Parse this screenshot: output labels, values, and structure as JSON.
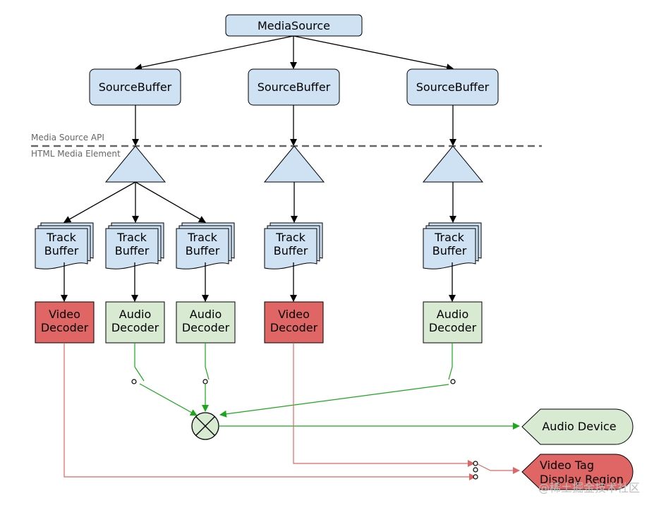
{
  "media_source": {
    "label": "MediaSource"
  },
  "source_buffers": [
    {
      "label": "SourceBuffer"
    },
    {
      "label": "SourceBuffer"
    },
    {
      "label": "SourceBuffer"
    }
  ],
  "api_layer": {
    "upper_label": "Media Source API",
    "lower_label": "HTML Media Element"
  },
  "track_buffers": [
    {
      "line1": "Track",
      "line2": "Buffer"
    },
    {
      "line1": "Track",
      "line2": "Buffer"
    },
    {
      "line1": "Track",
      "line2": "Buffer"
    },
    {
      "line1": "Track",
      "line2": "Buffer"
    },
    {
      "line1": "Track",
      "line2": "Buffer"
    }
  ],
  "decoders": [
    {
      "line1": "Video",
      "line2": "Decoder",
      "kind": "video"
    },
    {
      "line1": "Audio",
      "line2": "Decoder",
      "kind": "audio"
    },
    {
      "line1": "Audio",
      "line2": "Decoder",
      "kind": "audio"
    },
    {
      "line1": "Video",
      "line2": "Decoder",
      "kind": "video"
    },
    {
      "line1": "Audio",
      "line2": "Decoder",
      "kind": "audio"
    }
  ],
  "outputs": {
    "audio_device": "Audio Device",
    "video_line1": "Video Tag",
    "video_line2": "Display Region"
  },
  "watermark": "@稀土掘金技术社区",
  "colors": {
    "blue_fill": "#cfe2f3",
    "red_fill": "#e06666",
    "green_fill": "#d9ead3",
    "green_line": "#1aa81a",
    "red_line": "#e06666"
  }
}
